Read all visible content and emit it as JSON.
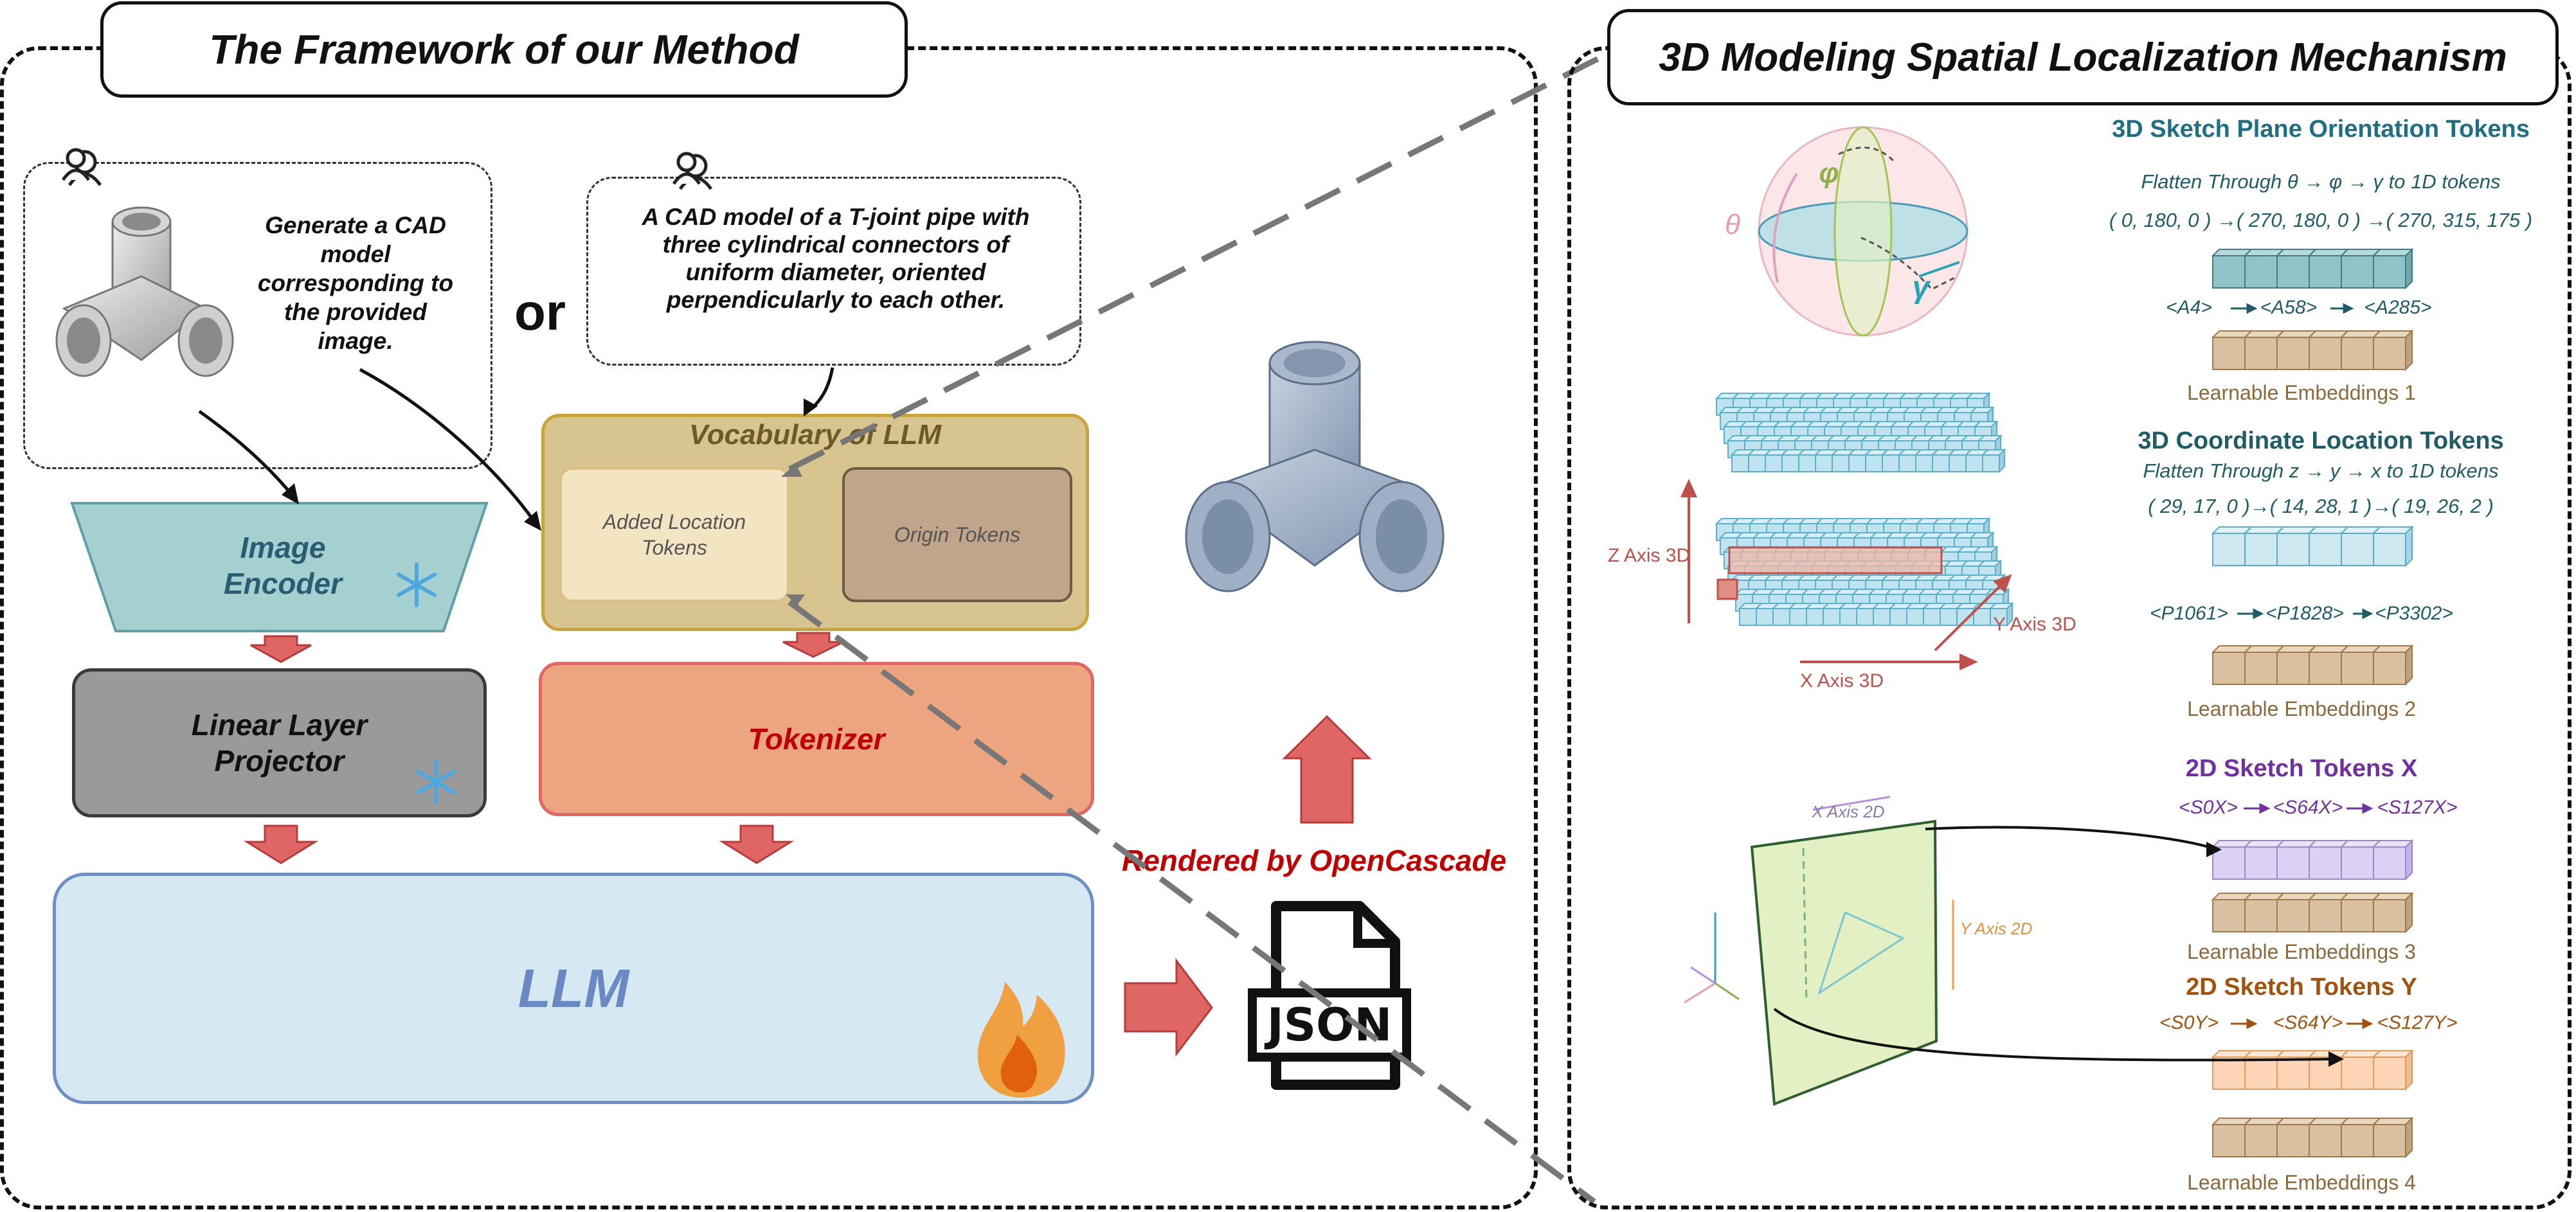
{
  "left_panel": {
    "title": "The Framework of our Method",
    "image_prompt": "Generate a CAD model corresponding to the provided image.",
    "or_label": "or",
    "text_prompt": "A CAD model of a T-joint pipe with three cylindrical connectors of uniform diameter, oriented perpendicularly to each other.",
    "image_encoder": "Image Encoder",
    "linear_projector": "Linear Layer Projector",
    "vocabulary_title": "Vocabulary of LLM",
    "added_tokens": "Added Location Tokens",
    "origin_tokens": "Origin Tokens",
    "tokenizer": "Tokenizer",
    "llm": "LLM",
    "rendered_label": "Rendered by OpenCascade",
    "json_label": "JSON"
  },
  "right_panel": {
    "title": "3D Modeling Spatial Localization Mechanism",
    "orientation": {
      "title": "3D Sketch Plane Orientation Tokens",
      "flatten": "Flatten Through θ → φ → γ to 1D tokens",
      "sequence": "( 0, 180, 0 ) →( 270, 180, 0 ) →( 270, 315, 175 )",
      "tokens": [
        "<A4>",
        "<A58>",
        "<A285>"
      ],
      "embeddings": "Learnable Embeddings 1",
      "theta": "θ",
      "phi": "φ",
      "gamma": "γ"
    },
    "coordinate": {
      "title": "3D Coordinate Location Tokens",
      "flatten": "Flatten Through z → y → x to 1D tokens",
      "sequence": "( 29, 17, 0 )→( 14, 28, 1 )→( 19, 26, 2 )",
      "tokens": [
        "<P1061>",
        "<P1828>",
        "<P3302>"
      ],
      "embeddings": "Learnable Embeddings 2",
      "z_axis": "Z Axis 3D",
      "y_axis": "Y Axis 3D",
      "x_axis": "X Axis 3D"
    },
    "sketch_x": {
      "title": "2D Sketch Tokens X",
      "tokens": [
        "<S0X>",
        "<S64X>",
        "<S127X>"
      ],
      "embeddings": "Learnable Embeddings 3",
      "x_axis": "X Axis 2D",
      "y_axis": "Y Axis 2D"
    },
    "sketch_y": {
      "title": "2D Sketch Tokens Y",
      "tokens": [
        "<S0Y>",
        "<S64Y>",
        "<S127Y>"
      ],
      "embeddings": "Learnable Embeddings 4"
    }
  },
  "colors": {
    "teal": "#2f6e74",
    "coord": "#1f5c66",
    "purple": "#7030a0",
    "orange_title": "#a0520f",
    "embed": "#9c7a4e",
    "arrow_red": "#e06666",
    "rendered": "#c00000"
  }
}
